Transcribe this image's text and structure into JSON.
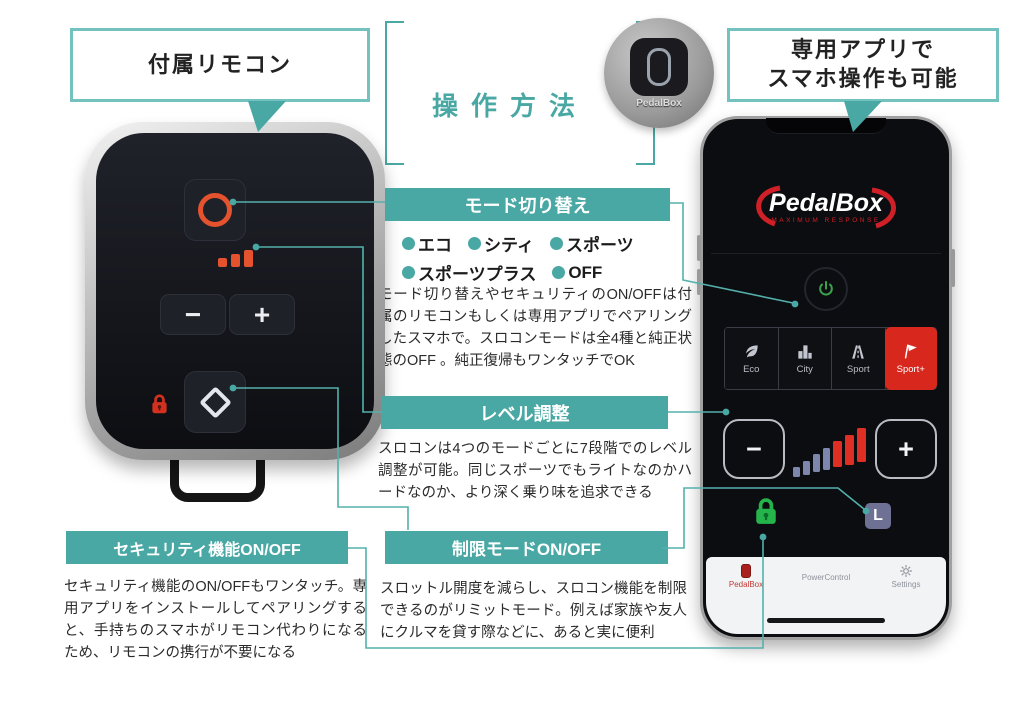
{
  "colors": {
    "accent_teal": "#49a8a4",
    "callout_border": "#74c2bf",
    "remote_orange": "#e4532e",
    "remote_lock_red": "#d2311f",
    "phone_mode_red": "#d8271d",
    "phone_lock_green": "#25b34b",
    "logo_red": "#cf2027",
    "limit_badge_purple": "#6e7194",
    "level_bar_blue": "#7d86ac",
    "level_bar_red": "#df2f24"
  },
  "callouts": {
    "remote_label": "付属リモコン",
    "app_label_line1": "専用アプリで",
    "app_label_line2": "スマホ操作も可能"
  },
  "page_title": "操作方法",
  "app_icon": {
    "caption": "PedalBox"
  },
  "sections": {
    "mode": {
      "title": "モード切り替え",
      "bullets_line1": [
        "エコ",
        "シティ",
        "スポーツ"
      ],
      "bullets_line2": [
        "スポーツプラス",
        "OFF"
      ],
      "body": "モード切り替えやセキュリティのON/OFFは付属のリモコンもしくは専用アプリでペアリングしたスマホで。スロコンモードは全4種と純正状態のOFF 。純正復帰もワンタッチでOK"
    },
    "level": {
      "title": "レベル調整",
      "body": "スロコンは4つのモードごとに7段階でのレベル調整が可能。同じスポーツでもライトなのかハードなのか、より深く乗り味を追求できる"
    },
    "security": {
      "title": "セキュリティ機能ON/OFF",
      "body": "セキュリティ機能のON/OFFもワンタッチ。専用アプリをインストールしてペアリングすると、手持ちのスマホがリモコン代わりになるため、リモコンの携行が不要になる"
    },
    "limit": {
      "title": "制限モードON/OFF",
      "body": "スロットル開度を減らし、スロコン機能を制限できるのがリミットモード。例えば家族や友人にクルマを貸す際などに、あると実に便利"
    }
  },
  "remote": {
    "minus": "−",
    "plus": "+",
    "led_bars": 3
  },
  "phone": {
    "logo": "PedalBox",
    "logo_sub": "MAXIMUM RESPONSE",
    "modes": [
      {
        "label": "Eco",
        "icon": "leaf-icon",
        "active": false
      },
      {
        "label": "City",
        "icon": "city-icon",
        "active": false
      },
      {
        "label": "Sport",
        "icon": "road-icon",
        "active": false
      },
      {
        "label": "Sport+",
        "icon": "flag-icon",
        "active": true
      }
    ],
    "minus": "−",
    "plus": "+",
    "level_total": 7,
    "level_active": 3,
    "limit_badge": "L",
    "nav": [
      {
        "label": "PedalBox",
        "active": true
      },
      {
        "label": "PowerControl",
        "active": false
      },
      {
        "label": "Settings",
        "active": false
      }
    ]
  }
}
